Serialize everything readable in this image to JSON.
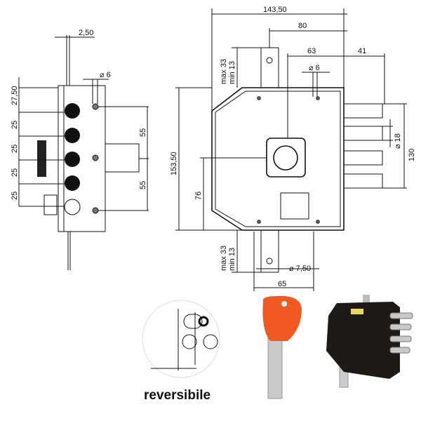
{
  "side_view": {
    "dim_bolt_width": "2,50",
    "dim_hole_dia": "⌀ 6",
    "dim_pitch": [
      "27,50",
      "25",
      "25",
      "25",
      "25"
    ],
    "dim_screw_spacing": [
      "55",
      "55"
    ]
  },
  "front_view": {
    "dim_total_width": "143,50",
    "dim_backset": "80",
    "dim_hole_offset": "63",
    "dim_bolt_projection": "41",
    "dim_top_range": [
      "max 33",
      "min 13"
    ],
    "dim_bottom_range": [
      "max 33",
      "min 13"
    ],
    "dim_hole_dia": "⌀ 6",
    "dim_bolt_dia": "⌀ 18",
    "dim_bolt_span": "130",
    "dim_total_height": "153,50",
    "dim_cylinder_height": "76",
    "dim_bottom_hole_dia": "⌀ 7,50",
    "dim_bottom_width": "65"
  },
  "bottom": {
    "reversible_label": "reversibile"
  },
  "colors": {
    "key_head": "#f05a22",
    "lock_body": "#1f1a16"
  }
}
